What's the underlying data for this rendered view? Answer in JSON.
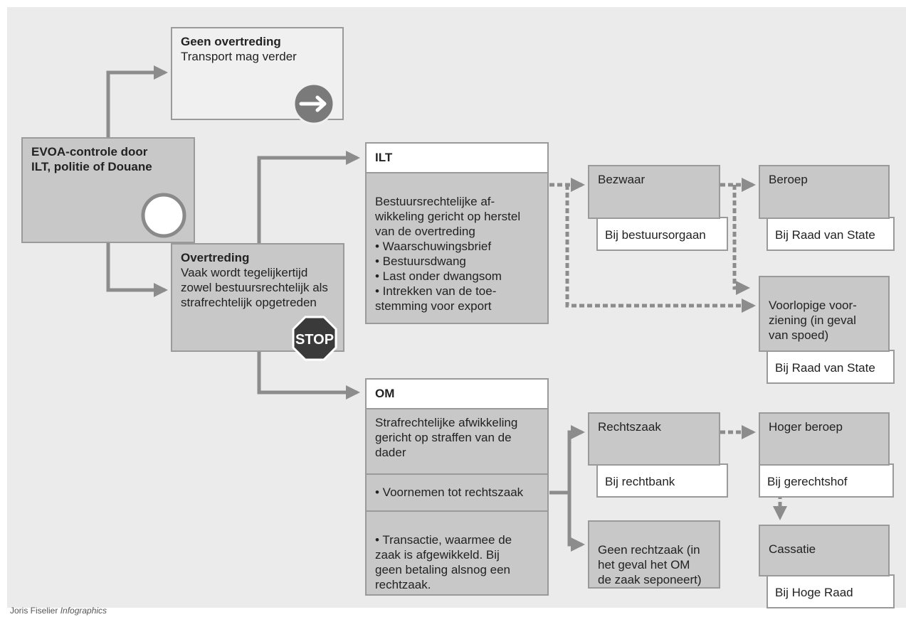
{
  "boxes": {
    "geen_overtreding": {
      "title": "Geen overtreding",
      "text": "Transport mag verder"
    },
    "evoa": {
      "title": "EVOA-controle door ILT, politie of Douane"
    },
    "overtreding": {
      "title": "Overtreding",
      "text": "Vaak wordt tegelijkertijd zowel bestuursrechtelijk als strafrechtelijk opgetreden"
    },
    "ilt": {
      "title": "ILT",
      "text": "Bestuursrechtelijke af-\nwikkeling gericht op herstel\nvan de overtreding\n• Waarschuwingsbrief\n• Bestuursdwang\n• Last onder dwangsom\n• Intrekken van de toe-\n   stemming voor export"
    },
    "bezwaar": {
      "title": "Bezwaar",
      "sub": "Bij bestuursorgaan"
    },
    "beroep": {
      "title": "Beroep",
      "sub": "Bij Raad van State"
    },
    "voorlopige": {
      "title": "Voorlopige voor-\nziening (in geval\nvan spoed)",
      "sub": "Bij Raad van State"
    },
    "om": {
      "title": "OM",
      "text": "Strafrechtelijke afwikkeling gericht op straffen van de dader",
      "voornemen": "• Voornemen tot rechtszaak",
      "transactie": "• Transactie, waarmee de\n   zaak is afgewikkeld. Bij\n   geen betaling alsnog een\n   rechtzaak."
    },
    "rechtszaak": {
      "title": "Rechtszaak",
      "sub": "Bij rechtbank"
    },
    "geen_rechtzaak": {
      "title": "Geen rechtzaak (in\nhet geval het OM\nde zaak seponeert)"
    },
    "hoger_beroep": {
      "title": "Hoger beroep",
      "sub": "Bij gerechtshof"
    },
    "cassatie": {
      "title": "Cassatie",
      "sub": "Bij Hoge Raad"
    }
  },
  "icons": {
    "stop_label": "STOP",
    "go": "arrow-right-icon",
    "circle": "circle-icon",
    "stop": "stop-sign-icon"
  },
  "credit": {
    "author": "Joris Fiselier",
    "label": "Infographics"
  },
  "colors": {
    "background": "#ebebeb",
    "box_gray": "#c8c8c8",
    "box_light": "#f0f0f0",
    "border": "#9a9a9a",
    "connector": "#8c8c8c"
  }
}
